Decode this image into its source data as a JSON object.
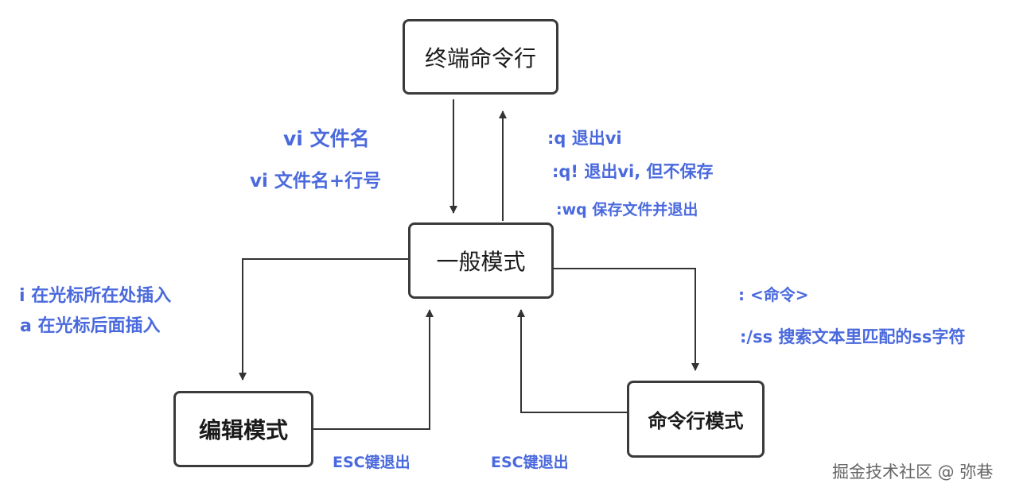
{
  "nodes": {
    "terminal": "终端命令行",
    "normal_mode": "一般模式",
    "edit_mode": "编辑模式",
    "command_mode": "命令行模式"
  },
  "labels": {
    "vi_filename": "vi 文件名",
    "vi_filename_line": "vi 文件名+行号",
    "quit_q": ":q 退出vi",
    "quit_q_force": ":q! 退出vi, 但不保存",
    "quit_wq": ":wq 保存文件并退出",
    "insert_i": "i 在光标所在处插入",
    "insert_a": "a 在光标后面插入",
    "command_syntax": ": <命令>",
    "search_ss": ":/ss 搜索文本里匹配的ss字符",
    "esc_from_edit": "ESC键退出",
    "esc_from_cmd": "ESC键退出"
  },
  "watermark": "掘金技术社区 @ 弥巷",
  "colors": {
    "label_blue": "#4a69dd",
    "box_border": "#3a3a3a",
    "arrow": "#333333"
  }
}
